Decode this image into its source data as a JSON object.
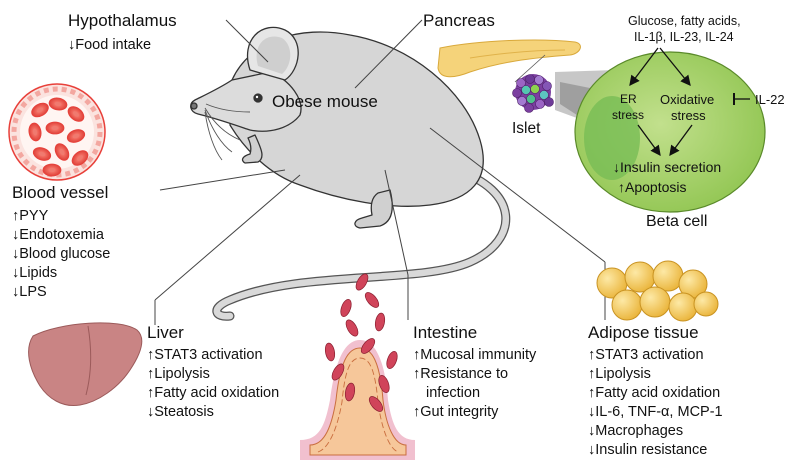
{
  "hypothalamus": {
    "title": "Hypothalamus",
    "items": [
      "↓Food intake"
    ]
  },
  "pancreas": {
    "title": "Pancreas",
    "islet": "Islet"
  },
  "beta_cell": {
    "title": "Beta cell",
    "stimuli_line1": "Glucose, fatty acids,",
    "stimuli_line2": "IL-1β, IL-23, IL-24",
    "er_stress_line1": "ER",
    "er_stress_line2": "stress",
    "ox_stress_line1": "Oxidative",
    "ox_stress_line2": "stress",
    "inhibitor": "IL-22",
    "outcomes": [
      "↓Insulin secretion",
      "↑Apoptosis"
    ],
    "colors": {
      "cell_fill": "#a9d46a",
      "nucleus": "#7cc15a"
    }
  },
  "center": {
    "title": "Obese mouse"
  },
  "blood_vessel": {
    "title": "Blood vessel",
    "items": [
      "↑PYY",
      "↓Endotoxemia",
      "↓Blood glucose",
      "↓Lipids",
      "↓LPS"
    ],
    "colors": {
      "rbc": "#e8403a",
      "ring": "#f7c9c4"
    }
  },
  "liver": {
    "title": "Liver",
    "items": [
      "↑STAT3 activation",
      "↑Lipolysis",
      "↑Fatty acid oxidation",
      "↓Steatosis"
    ],
    "colors": {
      "organ": "#c98484"
    }
  },
  "intestine": {
    "title": "Intestine",
    "items": [
      "↑Mucosal immunity",
      "↑Resistance to",
      "infection",
      "↑Gut integrity"
    ],
    "colors": {
      "bacteria": "#d0445a",
      "villus": "#f6c79a"
    }
  },
  "adipose": {
    "title": "Adipose tissue",
    "items": [
      "↑STAT3 activation",
      "↑Lipolysis",
      "↑Fatty acid oxidation",
      "↓IL-6, TNF-α, MCP-1",
      "↓Macrophages",
      "↓Insulin resistance"
    ],
    "colors": {
      "fat": "#f6c94e"
    }
  }
}
